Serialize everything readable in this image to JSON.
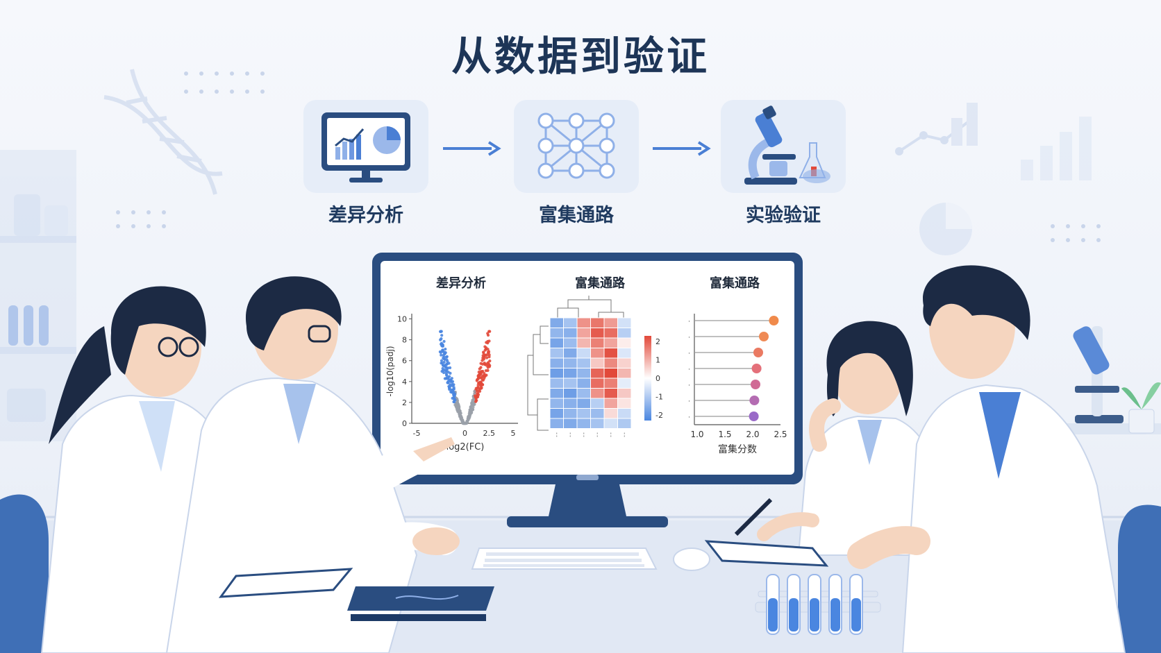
{
  "title": "从数据到验证",
  "steps": [
    {
      "label": "差异分析",
      "icon": "monitor-chart-icon"
    },
    {
      "label": "富集通路",
      "icon": "network-icon"
    },
    {
      "label": "实验验证",
      "icon": "microscope-icon"
    }
  ],
  "screen": {
    "panels": [
      {
        "title": "差异分析"
      },
      {
        "title": "富集通路"
      },
      {
        "title": "富集通路"
      }
    ],
    "volcano": {
      "xlabel": "log2(FC)",
      "ylabel": "-log10(padj)",
      "xticks": [
        "-5",
        "0",
        "2.5",
        "5"
      ],
      "yticks": [
        "0",
        "2",
        "4",
        "6",
        "8",
        "10"
      ]
    },
    "heatmap": {
      "colorbar_ticks": [
        "2",
        "1",
        "0",
        "-1",
        "-2"
      ],
      "values": [
        [
          -1.4,
          -1.0,
          1.2,
          1.5,
          1.1,
          -0.5
        ],
        [
          -1.2,
          -1.3,
          1.0,
          1.8,
          1.6,
          -0.8
        ],
        [
          -1.5,
          -1.1,
          0.8,
          1.4,
          1.0,
          0.2
        ],
        [
          -1.0,
          -1.4,
          -0.6,
          1.2,
          1.9,
          -0.4
        ],
        [
          -1.3,
          -1.2,
          -1.0,
          0.6,
          1.3,
          0.5
        ],
        [
          -1.6,
          -1.5,
          -1.2,
          1.7,
          2.0,
          0.8
        ],
        [
          -1.1,
          -1.0,
          -1.3,
          1.6,
          1.4,
          -0.3
        ],
        [
          -1.4,
          -1.6,
          -1.1,
          1.2,
          1.8,
          0.6
        ],
        [
          -1.2,
          -1.3,
          -1.4,
          -0.8,
          1.0,
          0.3
        ],
        [
          -1.5,
          -1.2,
          -1.0,
          -1.1,
          0.4,
          -0.6
        ],
        [
          -1.3,
          -1.4,
          -1.2,
          -1.0,
          -0.5,
          -0.9
        ]
      ]
    },
    "dotplot": {
      "xlabel": "富集分数",
      "xticks": [
        "1.0",
        "1.5",
        "2.0",
        "2.5"
      ],
      "scores": [
        2.38,
        2.2,
        2.1,
        2.07,
        2.05,
        2.03,
        2.02
      ],
      "colors": [
        "#f08a4b",
        "#ef8a55",
        "#ea7a62",
        "#e4707a",
        "#d06a95",
        "#b46cb2",
        "#9a6ac8"
      ]
    }
  },
  "colors": {
    "title": "#1d3557",
    "accent": "#4a7fd4",
    "up": "#e2493a",
    "down": "#4a86e0",
    "nonsig": "#9aa0a8"
  }
}
